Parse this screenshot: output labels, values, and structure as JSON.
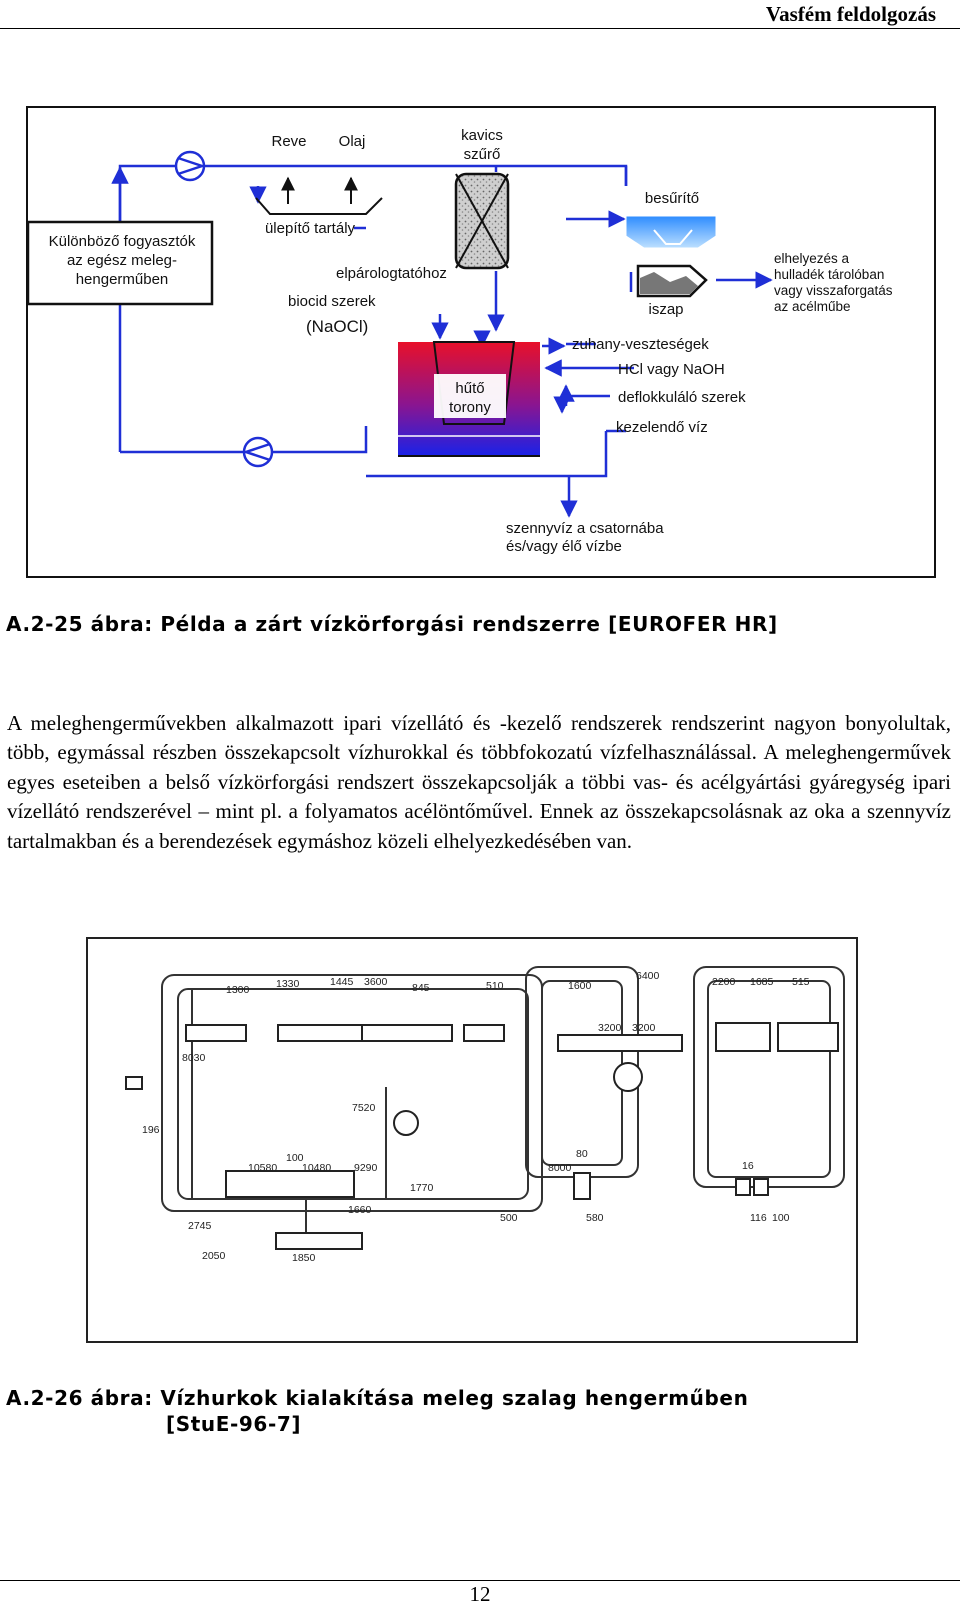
{
  "header": {
    "title": "Vasfém feldolgozás"
  },
  "figure1": {
    "labels": {
      "reve": "Reve",
      "olaj": "Olaj",
      "kavics_1": "kavics",
      "kavics_2": "szűrő",
      "besurito": "besűrítő",
      "fogyasztok_1": "Különböző fogyasztók",
      "fogyasztok_2": "az egész meleg-",
      "fogyasztok_3": "hengerműben",
      "ulepito": "ülepítő tartály",
      "elparologtato": "elpárologtatóhoz",
      "biocid": "biocid szerek",
      "naocl": "(NaOCl)",
      "iszap": "iszap",
      "elhelyezes_1": "elhelyezés a",
      "elhelyezes_2": "hulladék tárolóban",
      "elhelyezes_3": "vagy visszaforgatás",
      "elhelyezes_4": "az acélműbe",
      "zuhany": "zuhany-veszteségek",
      "hcl": "HCl vagy NaOH",
      "deflokk": "deflokkuláló szerek",
      "kezelendo": "kezelendő víz",
      "huto_1": "hűtő",
      "huto_2": "torony",
      "szennyviz_1": "szennyvíz a csatornába",
      "szennyviz_2": "és/vagy élő vízbe"
    },
    "colors": {
      "line": "#1f2fd6",
      "tower_top": "#e8102a",
      "tower_bottom": "#1a22e8",
      "thickener": "#3aa0ff"
    }
  },
  "caption1": "A.2-25 ábra: Példa a zárt vízkörforgási rendszerre [EUROFER HR]",
  "paragraph": "A meleghengerművekben alkalmazott ipari vízellátó és -kezelő rendszerek rendszerint nagyon bonyolultak, több, egymással részben összekapcsolt vízhurokkal és többfokozatú vízfelhasználással. A meleghengerművek egyes eseteiben a belső vízkörforgási rendszert összekapcsolják a többi vas- és acélgyártási gyáregység ipari vízellátó rendszerével – mint pl. a folyamatos acélöntőművel. Ennek az összekapcsolásnak az oka a szennyvíz tartalmakban és a berendezések egymáshoz közeli elhelyezkedésében van.",
  "figure2": {
    "numbers": {
      "n1300": "1300",
      "n1330": "1330",
      "n1445": "1445",
      "n3600": "3600",
      "n845": "845",
      "n510": "510",
      "n8030": "8030",
      "n196": "196",
      "n7520": "7520",
      "n10580": "10580",
      "n100": "100",
      "n10480": "10480",
      "n9290": "9290",
      "n1770": "1770",
      "n2745": "2745",
      "n1660": "1660",
      "n2050": "2050",
      "n1850": "1850",
      "n1600": "1600",
      "n6400": "6400",
      "n3200a": "3200",
      "n3200b": "3200",
      "n80": "80",
      "n8000": "8000",
      "n500": "500",
      "n580": "580",
      "n2200": "2200",
      "n1685": "1685",
      "n515": "515",
      "n16": "16",
      "n116": "116",
      "n100b": "100"
    }
  },
  "caption2_line1": "A.2-26 ábra: Vízhurkok kialakítása meleg szalag hengerműben",
  "caption2_line2": "[StuE-96-7]",
  "footer": {
    "page_number": "12"
  }
}
